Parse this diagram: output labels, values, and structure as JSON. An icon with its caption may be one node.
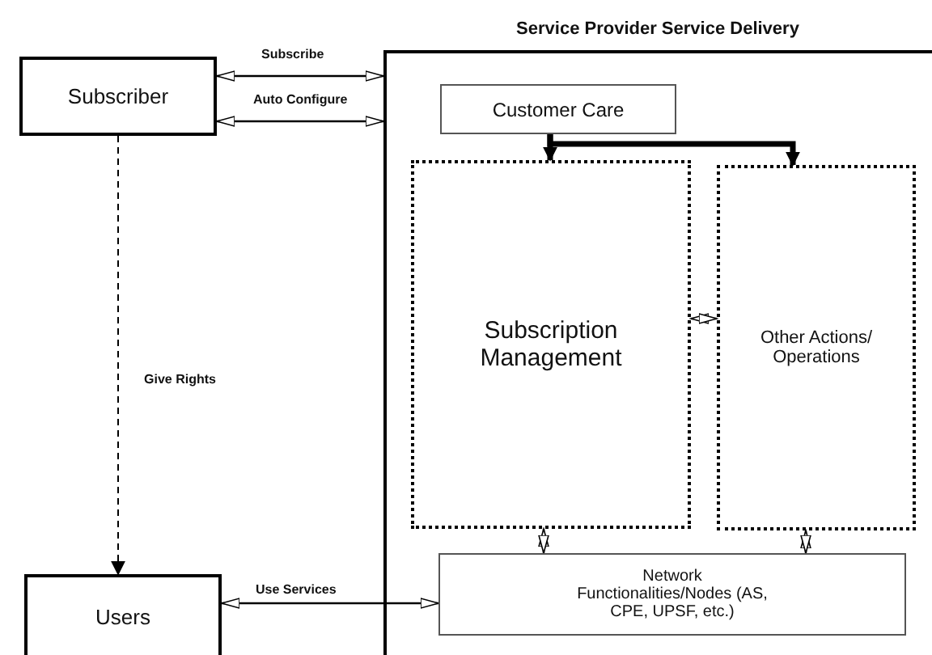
{
  "diagram": {
    "nodes": [
      {
        "text": [
          "Subscriber"
        ]
      },
      {
        "text": [
          "Service Provider Service Delivery"
        ]
      },
      {
        "text": [
          "Customer Care"
        ],
        "in": 1
      },
      {
        "text": [
          "Subscription Management"
        ],
        "in": 1
      },
      {
        "text": [
          "Other Actions/ Operations"
        ],
        "in": 1
      },
      {
        "text": [
          "Network Functionalities/Nodes (AS, CPE, UPSF,  etc.)"
        ],
        "in": 1
      },
      {
        "text": [
          "Users"
        ]
      }
    ],
    "edges": [
      {
        "from": 0,
        "to": 1,
        "arrow": "both",
        "label": "Subscribe"
      },
      {
        "from": 0,
        "to": 1,
        "arrow": "both",
        "label": "Auto Configure"
      },
      {
        "from": 0,
        "to": 6,
        "arrow": "to",
        "label": "Give Rights",
        "style": "dashed"
      },
      {
        "from": 6,
        "to": 5,
        "arrow": "both",
        "label": "Use Services"
      },
      {
        "from": 2,
        "to": 3,
        "arrow": "to",
        "style": "thick"
      },
      {
        "from": 2,
        "to": 4,
        "arrow": "to",
        "style": "thick"
      },
      {
        "from": 3,
        "to": 4,
        "arrow": "both"
      },
      {
        "from": 3,
        "to": 5,
        "arrow": "both"
      },
      {
        "from": 4,
        "to": 5,
        "arrow": "both"
      }
    ]
  }
}
